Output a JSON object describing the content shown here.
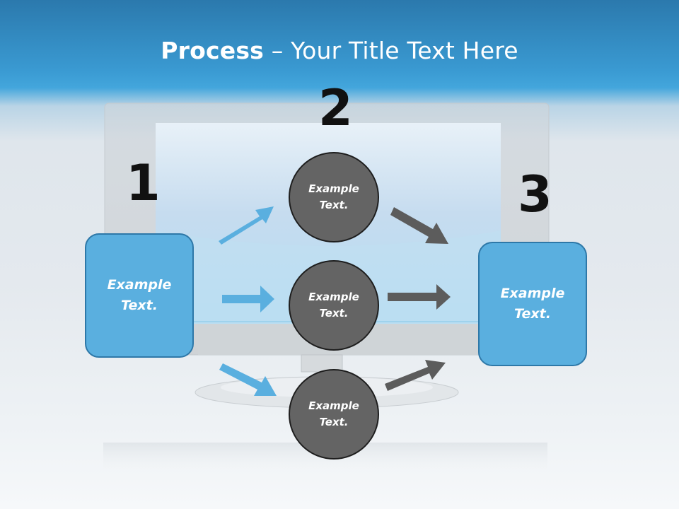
{
  "title": {
    "bold": "Process",
    "rest": " – Your Title Text Here"
  },
  "steps": [
    {
      "number": "1",
      "text": "Example\nText."
    },
    {
      "number": "2"
    },
    {
      "number": "3",
      "text": "Example\nText."
    }
  ],
  "circles": [
    {
      "text": "Example\nText."
    },
    {
      "text": "Example\nText."
    },
    {
      "text": "Example\nText."
    }
  ],
  "colors": {
    "accent_blue": "#5aafdf",
    "arrow_blue": "#5aafdf",
    "circle_gray": "#646464",
    "arrow_gray": "#5c5c5c",
    "title_band": "#3a9ad2"
  }
}
